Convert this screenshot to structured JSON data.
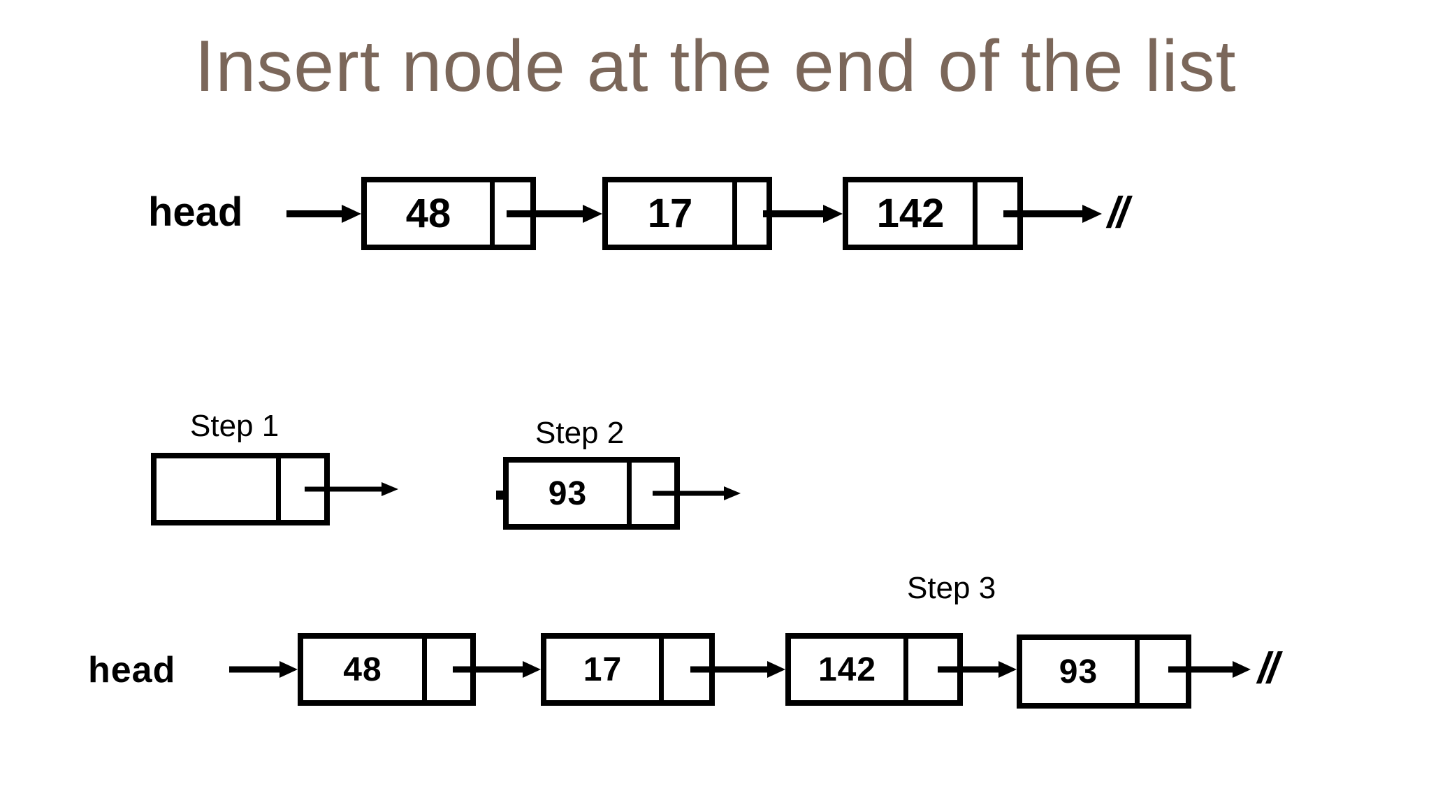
{
  "title": {
    "text": "Insert node at the end of the list"
  },
  "colors": {
    "title": "#7b675a",
    "ink": "#000000",
    "background": "#ffffff"
  },
  "diagram": {
    "initial_list": {
      "label": "head",
      "nodes": [
        {
          "value": "48"
        },
        {
          "value": "17"
        },
        {
          "value": "142"
        }
      ],
      "terminator": "//"
    },
    "steps": {
      "step1": {
        "label": "Step 1",
        "node": {
          "value": ""
        }
      },
      "step2": {
        "label": "Step 2",
        "node": {
          "value": "93"
        }
      },
      "step3": {
        "label": "Step 3"
      }
    },
    "final_list": {
      "label": "head",
      "nodes": [
        {
          "value": "48"
        },
        {
          "value": "17"
        },
        {
          "value": "142"
        },
        {
          "value": "93"
        }
      ],
      "terminator": "//"
    }
  }
}
